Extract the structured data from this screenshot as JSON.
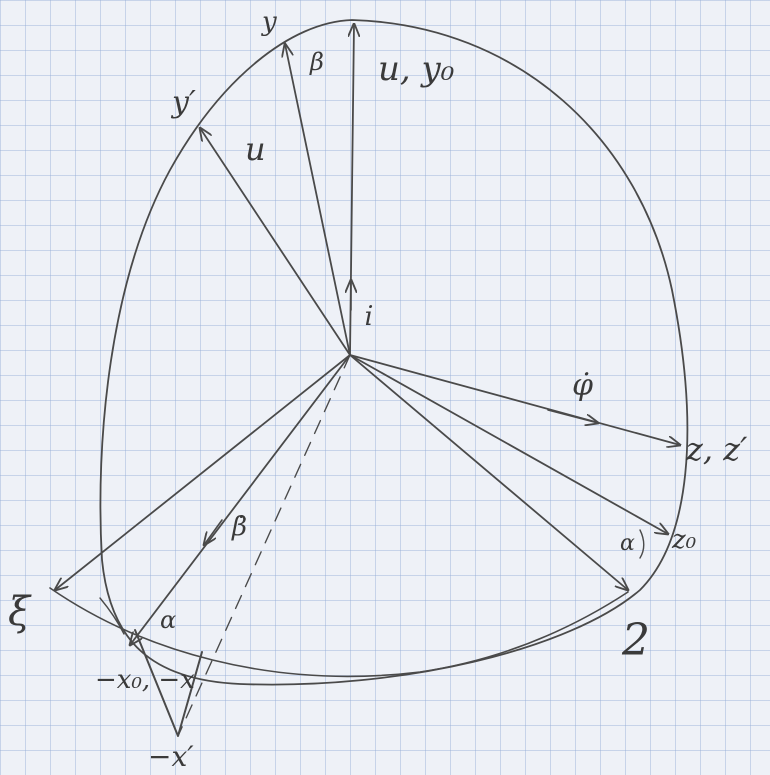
{
  "diagram": {
    "labels": {
      "y": "y",
      "beta": "β",
      "u_y0": "u, y₀",
      "y_prime": "y′",
      "u": "u",
      "i_dot": "i̇",
      "phi_dot": "φ̇",
      "z_zprime": "z, z′",
      "alpha_right": "α",
      "z0": "z₀",
      "two": "2",
      "beta_dot": "β̇",
      "xi": "ξ",
      "alpha_left": "α",
      "x0_x": "−x₀, −x",
      "x_prime": "−x′"
    },
    "colors": {
      "paper": "#eef1f7",
      "grid": "#9fb4d8",
      "pencil": "#4a4a4a"
    }
  }
}
